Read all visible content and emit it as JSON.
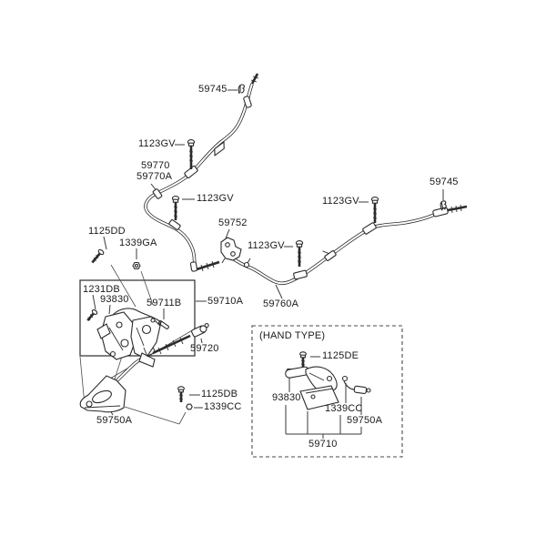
{
  "diagram": {
    "type": "parking-brake-parts-diagram",
    "background_color": "#ffffff",
    "line_color": "#2b2b2b",
    "labels": {
      "t59745_top": "59745",
      "t1123gv_a": "1123GV",
      "t59770": "59770",
      "t59770a": "59770A",
      "t1123gv_b": "1123GV",
      "t59752": "59752",
      "t1125dd": "1125DD",
      "t1339ga": "1339GA",
      "t1123gv_c": "1123GV",
      "t1123gv_d": "1123GV",
      "t59745_right": "59745",
      "t1231db": "1231DB",
      "t93830_main": "93830",
      "t59711b": "59711B",
      "t59710a": "59710A",
      "t59760a": "59760A",
      "t59720": "59720",
      "t1125db": "1125DB",
      "t1339cc_main": "1339CC",
      "t59750a_main": "59750A",
      "hand_title": "(HAND TYPE)",
      "t1125de": "1125DE",
      "t93830_hand": "93830",
      "t1339cc_hand": "1339CC",
      "t59750a_hand": "59750A",
      "t59710_hand": "59710"
    }
  }
}
